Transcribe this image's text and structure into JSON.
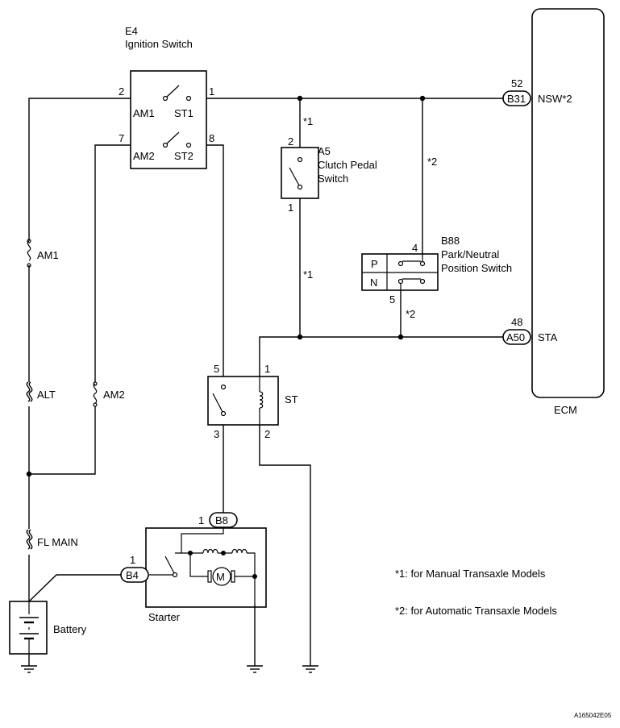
{
  "ignition_switch": {
    "code": "E4",
    "name": "Ignition Switch",
    "terminals": {
      "am1": "AM1",
      "st1": "ST1",
      "am2": "AM2",
      "st2": "ST2"
    },
    "pins": {
      "am1": "2",
      "st1": "1",
      "am2": "7",
      "st2": "8"
    }
  },
  "clutch_switch": {
    "code": "A5",
    "name_line1": "Clutch Pedal",
    "name_line2": "Switch",
    "pin_top": "2",
    "pin_bottom": "1",
    "note_top": "*1",
    "note_bottom": "*1"
  },
  "pn_switch": {
    "code": "B88",
    "name_line1": "Park/Neutral",
    "name_line2": "Position Switch",
    "pos_p": "P",
    "pos_n": "N",
    "pin_top": "4",
    "pin_bottom": "5",
    "note_top": "*2",
    "note_bottom": "*2"
  },
  "ecm": {
    "name": "ECM",
    "nsw": {
      "pin": "52",
      "connector": "B31",
      "label": "NSW*2"
    },
    "sta": {
      "pin": "48",
      "connector": "A50",
      "label": "STA"
    }
  },
  "relay": {
    "name": "ST",
    "pins": {
      "p5": "5",
      "p1": "1",
      "p3": "3",
      "p2": "2"
    }
  },
  "fuses": {
    "am1": "AM1",
    "alt": "ALT",
    "am2": "AM2",
    "fl_main": "FL MAIN"
  },
  "battery": {
    "label": "Battery",
    "connector": "B4",
    "pin": "1"
  },
  "starter": {
    "label": "Starter",
    "connector": "B8",
    "pin": "1",
    "motor": "M"
  },
  "notes": {
    "n1": "*1: for Manual Transaxle Models",
    "n2": "*2: for Automatic Transaxle Models"
  },
  "figure_id": "A165042E05"
}
